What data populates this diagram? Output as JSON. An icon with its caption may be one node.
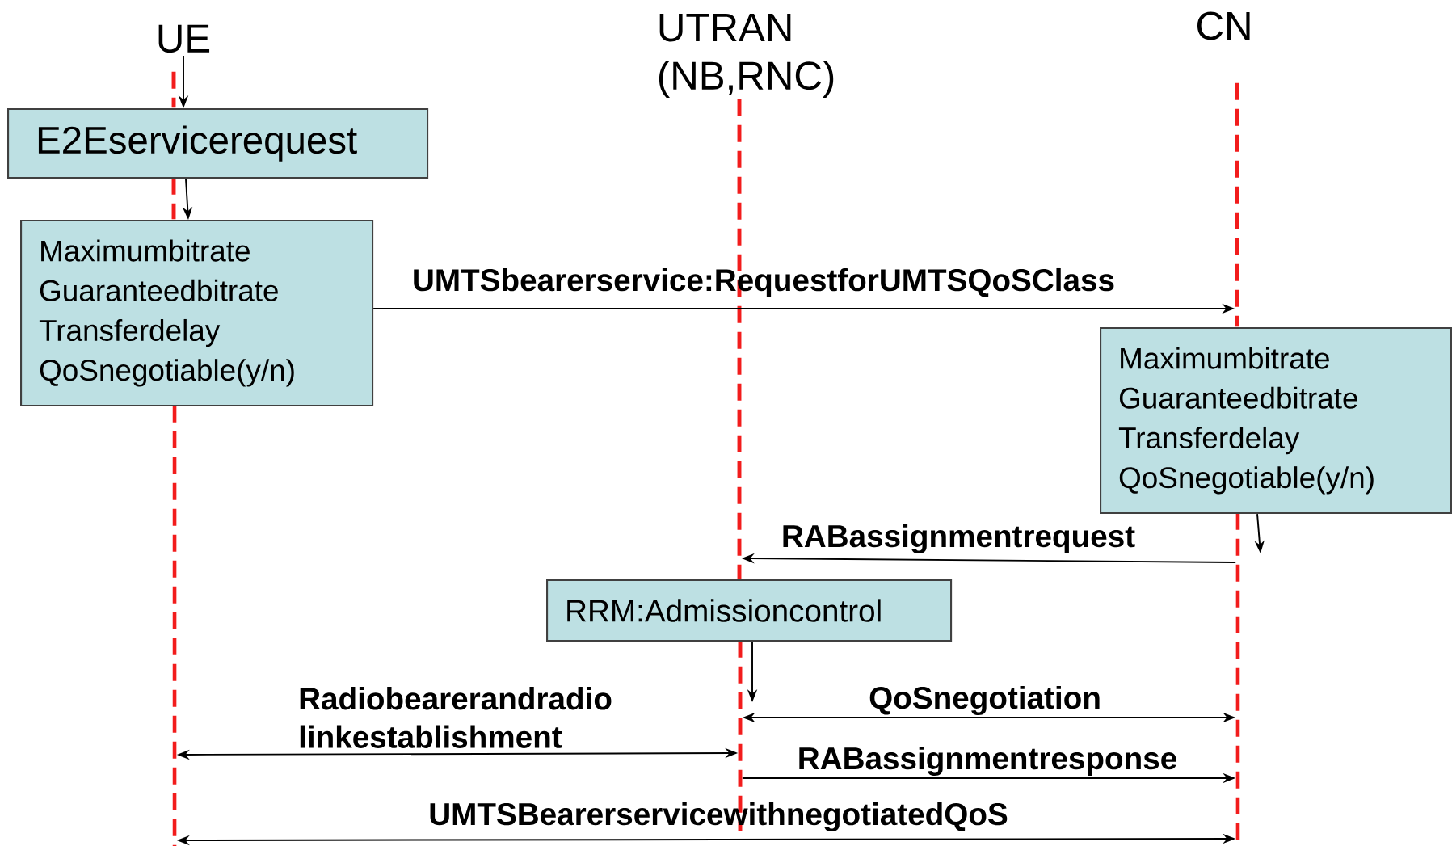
{
  "diagram": {
    "nodes": [
      {
        "text": [
          "UE"
        ]
      },
      {
        "text": [
          "UTRAN (NB,RNC)"
        ]
      },
      {
        "text": [
          "CN"
        ]
      },
      {
        "text": [],
        "shape": "line"
      },
      {
        "text": [],
        "shape": "line"
      },
      {
        "text": [],
        "shape": "line"
      },
      {
        "text": [],
        "shape": "line"
      },
      {
        "text": [],
        "shape": "line"
      },
      {
        "text": [],
        "shape": "line"
      },
      {
        "text": [],
        "shape": "line"
      },
      {
        "text": [
          "E2Eservicerequest"
        ]
      },
      {
        "text": [
          "Maximumbitrate",
          "Guaranteedbitrate",
          "Transferdelay",
          "QoSnegotiable(y/n)"
        ]
      },
      {
        "text": [
          "Maximumbitrate",
          "Guaranteedbitrate",
          "Transferdelay",
          "QoSnegotiable(y/n)"
        ]
      },
      {
        "text": [
          "RRM:Admissioncontrol"
        ]
      }
    ],
    "edges": [
      {
        "from": 0,
        "to": 10,
        "arrow": "to"
      },
      {
        "from": 10,
        "to": 11,
        "arrow": "to"
      },
      {
        "from": 11,
        "to": 8,
        "arrow": "to",
        "label": "UMTSbearerservice:RequestforUMTSQoSClass"
      },
      {
        "from": 12,
        "to": 9,
        "arrow": "to"
      },
      {
        "from": 9,
        "to": 6,
        "arrow": "to",
        "label": "RABassignmentrequest"
      },
      {
        "from": 13,
        "to": 7,
        "arrow": "to"
      },
      {
        "from": 7,
        "to": 9,
        "arrow": "both",
        "label": "QoSnegotiation"
      },
      {
        "from": 5,
        "to": 7,
        "arrow": "both",
        "label": "Radiobearerandradio linkestablishment"
      },
      {
        "from": 7,
        "to": 9,
        "arrow": "to",
        "label": "RABassignmentresponse"
      },
      {
        "from": 5,
        "to": 9,
        "arrow": "both",
        "label": "UMTSBearerservicewithnegotiatedQoS"
      }
    ]
  }
}
